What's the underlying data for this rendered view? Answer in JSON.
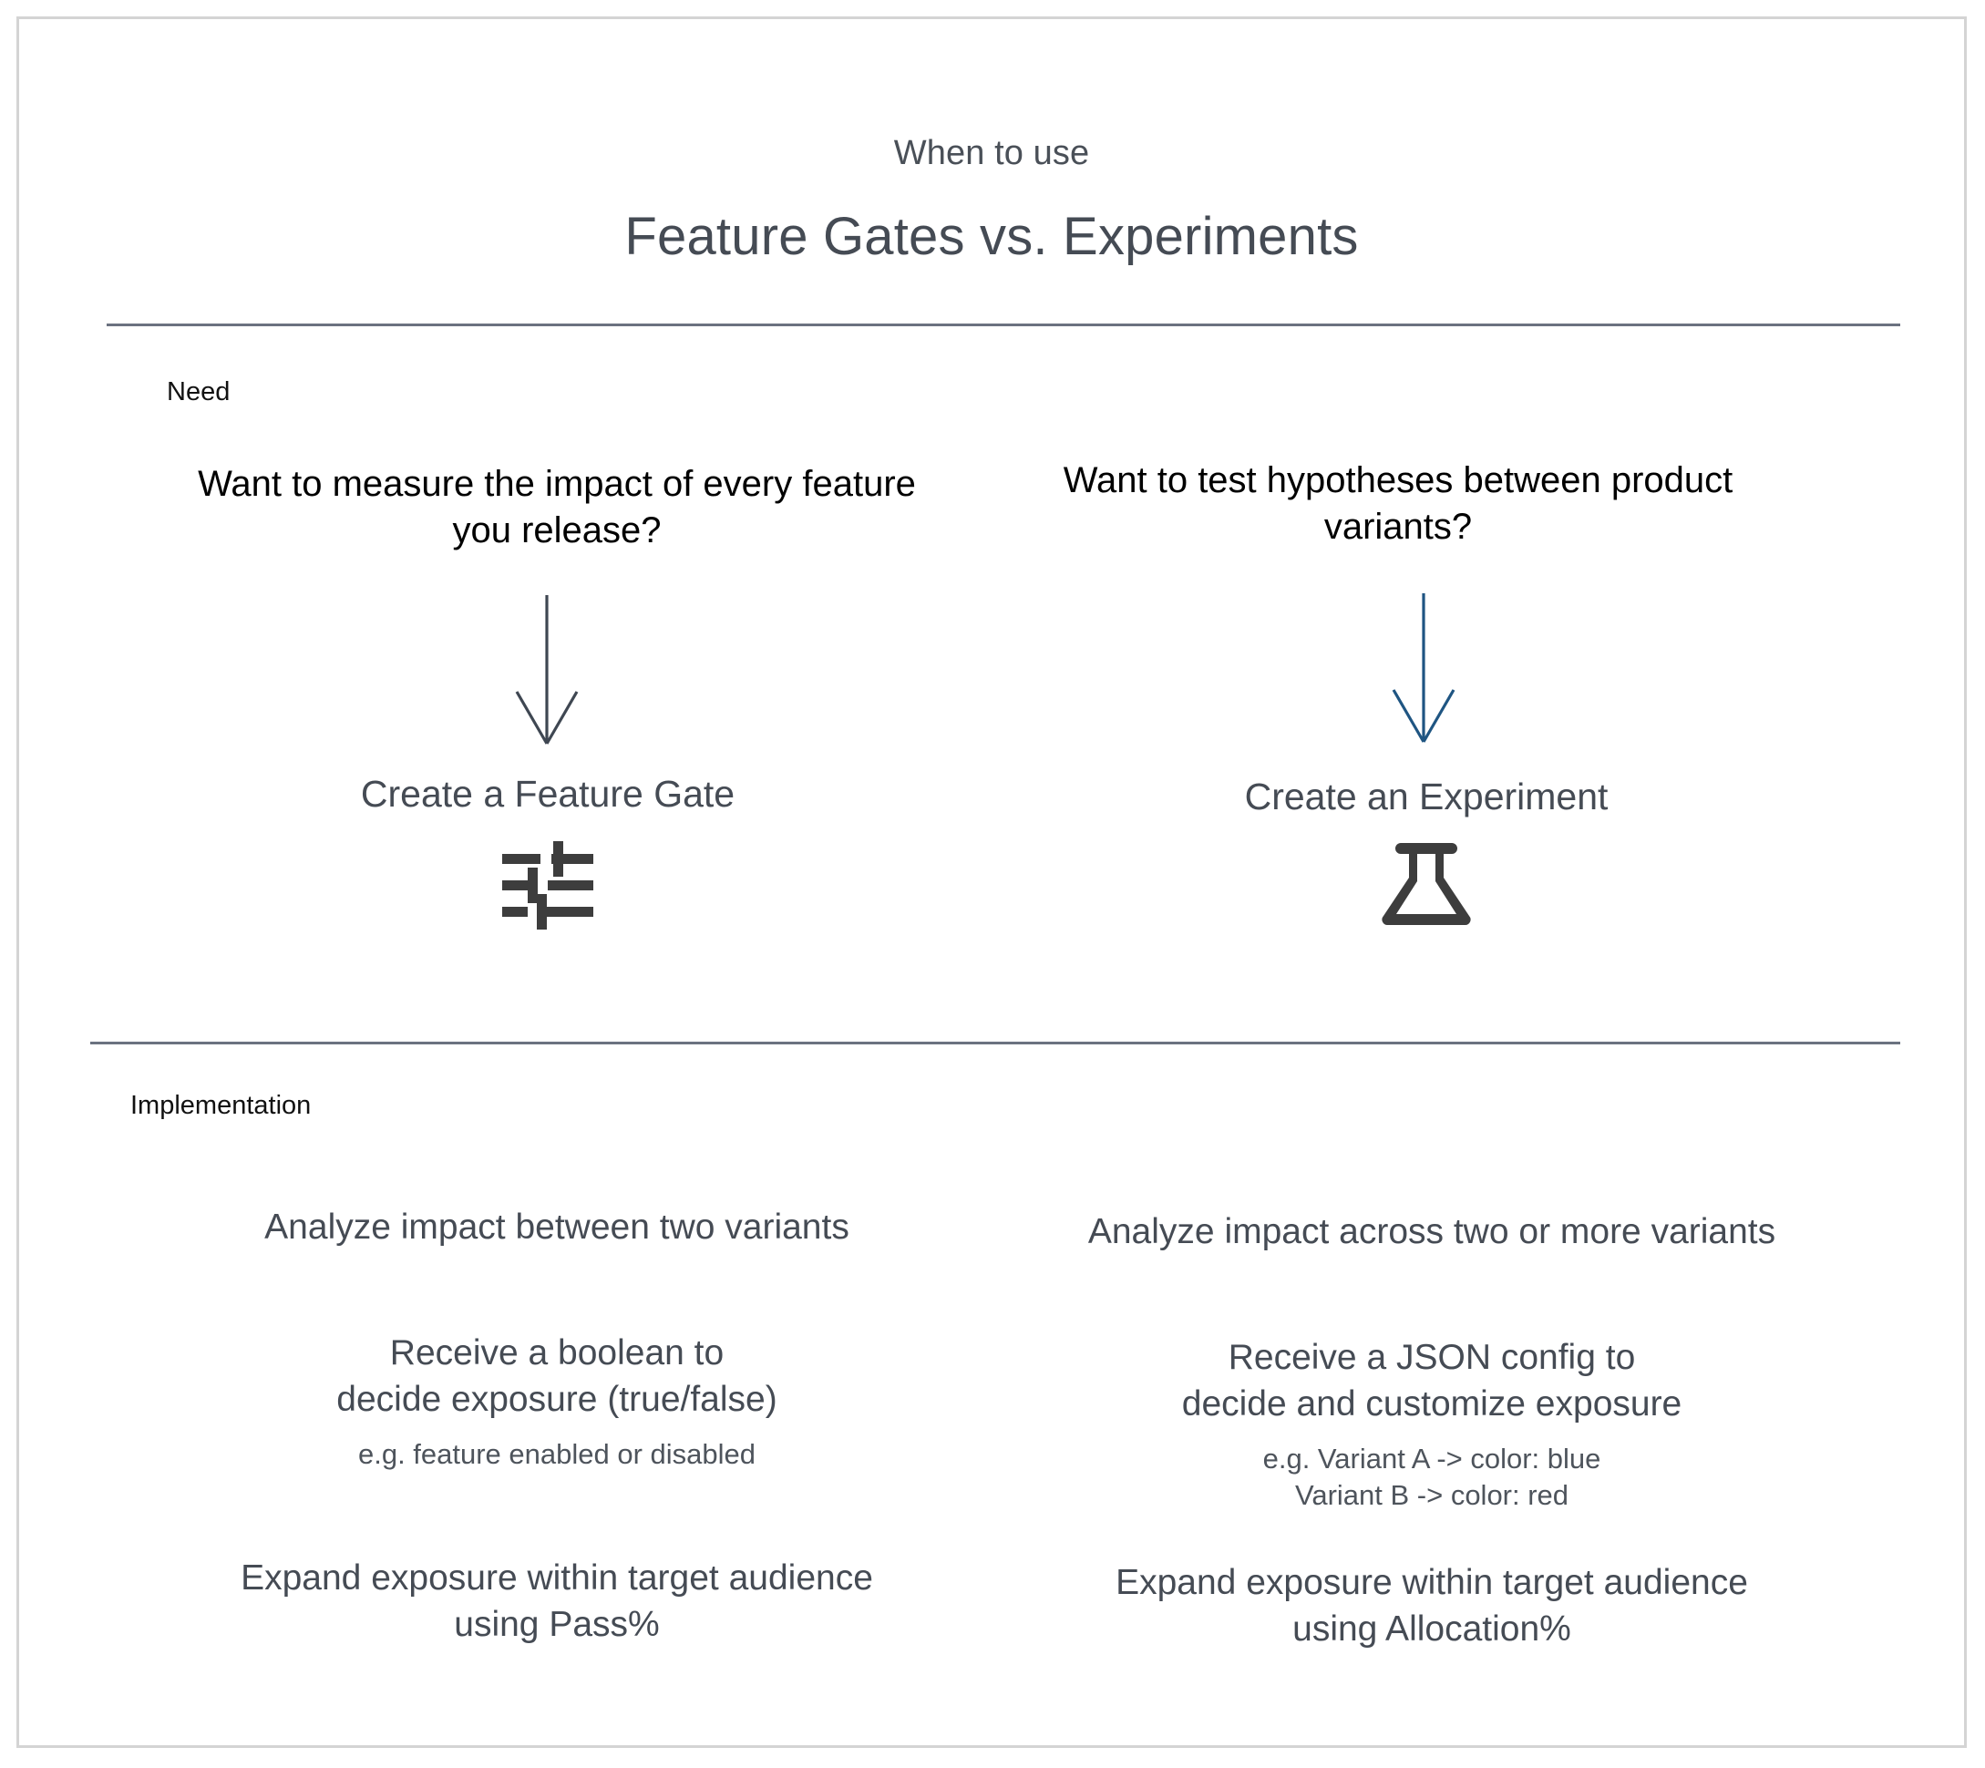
{
  "header": {
    "eyebrow": "When to use",
    "title": "Feature Gates vs. Experiments"
  },
  "sections": {
    "need": {
      "label": "Need",
      "left": {
        "question": "Want to measure the impact of every feature you release?",
        "arrow_icon": "down-arrow-icon",
        "arrow_color": "#3f4752",
        "outcome": "Create a Feature Gate",
        "icon": "sliders-tune-icon",
        "icon_color": "#3d3d3d"
      },
      "right": {
        "question": "Want to test hypotheses between product variants?",
        "arrow_icon": "down-arrow-icon",
        "arrow_color": "#1f5582",
        "outcome": "Create an Experiment",
        "icon": "flask-icon",
        "icon_color": "#3d3d3d"
      }
    },
    "implementation": {
      "label": "Implementation",
      "left": [
        {
          "main": "Analyze impact between two variants",
          "eg": ""
        },
        {
          "main": "Receive a boolean to\ndecide exposure (true/false)",
          "eg": "e.g. feature enabled or disabled"
        },
        {
          "main": "Expand exposure within target audience\nusing Pass%",
          "eg": ""
        }
      ],
      "right": [
        {
          "main": "Analyze impact across two or more variants",
          "eg": ""
        },
        {
          "main": "Receive a JSON config to\ndecide and customize exposure",
          "eg": "e.g. Variant A -> color: blue\nVariant B -> color: red"
        },
        {
          "main": "Expand exposure within target audience\nusing Allocation%",
          "eg": ""
        }
      ]
    }
  },
  "colors": {
    "canvas_border": "#d4d4d4",
    "divider": "#6b7280",
    "heading_text": "#454b54",
    "question_text": "#000000",
    "label_text": "#111111"
  }
}
